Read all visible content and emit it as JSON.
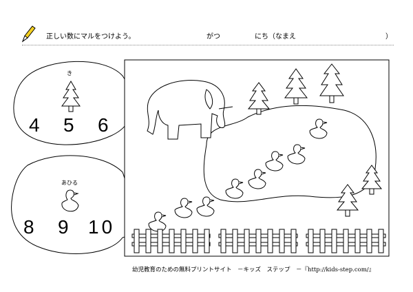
{
  "header": {
    "instruction": "正しい数にマルをつけよう。",
    "month_label": "がつ",
    "day_label": "にち（なまえ",
    "close_paren": "）"
  },
  "questions": [
    {
      "label": "き",
      "icon": "tree-icon",
      "choices": [
        "4",
        "5",
        "6"
      ]
    },
    {
      "label": "あひる",
      "icon": "duck-icon",
      "choices": [
        "8",
        "9",
        "10"
      ]
    }
  ],
  "footer": "幼児教育のための無料プリントサイト　－キッズ　ステップ　－『http://kids-step.com/』"
}
